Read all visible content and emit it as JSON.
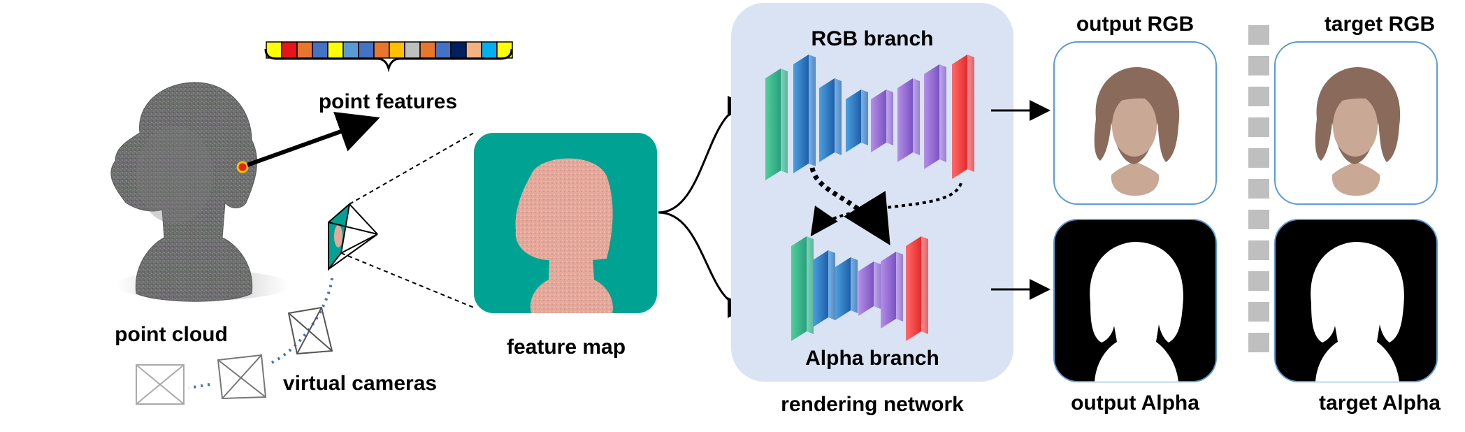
{
  "labels": {
    "point_features": "point features",
    "point_cloud": "point cloud",
    "virtual_cameras": "virtual cameras",
    "feature_map": "feature map",
    "rgb_branch": "RGB branch",
    "alpha_branch": "Alpha branch",
    "rendering_network": "rendering network",
    "output_rgb": "output RGB",
    "target_rgb": "target RGB",
    "output_alpha": "output Alpha",
    "target_alpha": "target Alpha"
  },
  "feature_vector_colors": [
    "#ffff00",
    "#e8141c",
    "#e8762d",
    "#4472c4",
    "#ffff00",
    "#5b9bd5",
    "#4472c4",
    "#e8762d",
    "#ffc000",
    "#bfbfbf",
    "#e8762d",
    "#4472c4",
    "#002060",
    "#f4b183",
    "#00b0f0",
    "#ffff00"
  ],
  "colors": {
    "rendering_panel_bg": "#dae3f3",
    "feature_map_bg": "#00a393",
    "image_border": "#5b9bd5",
    "camera_dots": "#4472c4",
    "hair": "#8a6b5b",
    "skin": "#c9a896"
  }
}
